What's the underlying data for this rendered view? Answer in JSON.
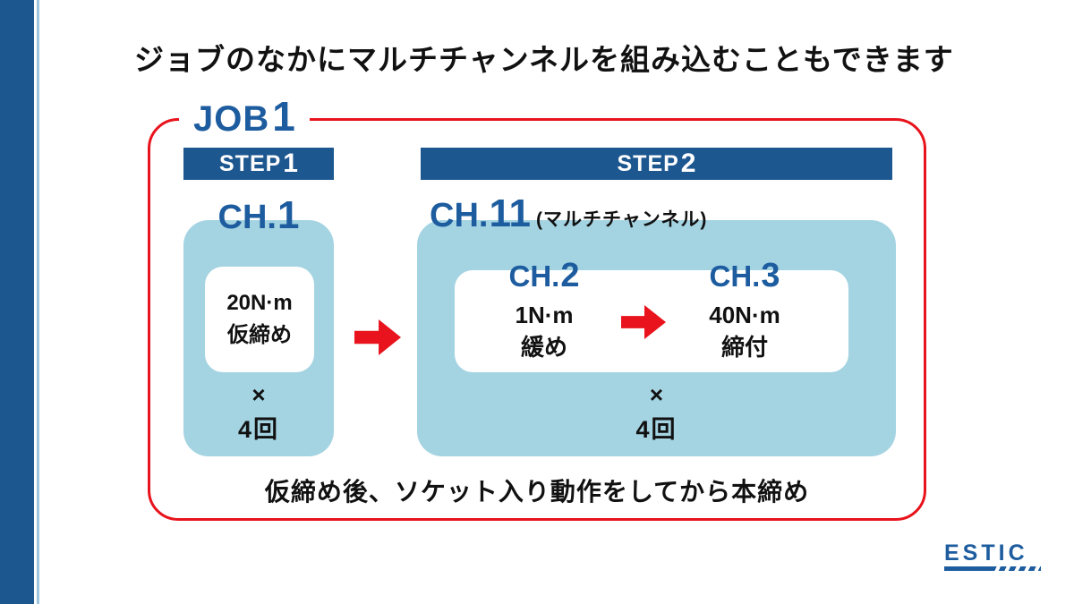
{
  "colors": {
    "navy": "#1d578f",
    "labelblue": "#1d5c9f",
    "lightblue": "#a4d3e2",
    "red": "#e8131c",
    "ink": "#111111"
  },
  "title": "ジョブのなかにマルチチャンネルを組み込むこともできます",
  "job": {
    "prefix": "JOB",
    "num": "1"
  },
  "step1": {
    "prefix": "STEP",
    "num": "1"
  },
  "step2": {
    "prefix": "STEP",
    "num": "2"
  },
  "ch1": {
    "prefix": "CH.",
    "num": "1",
    "torque": "20N·m",
    "action": "仮締め",
    "multiply": "×",
    "count": "4回"
  },
  "ch11": {
    "prefix": "CH.",
    "num": "11",
    "note": "(マルチチャンネル)",
    "multiply": "×",
    "count": "4回"
  },
  "ch2": {
    "prefix": "CH.",
    "num": "2",
    "torque": "1N·m",
    "action": "緩め"
  },
  "ch3": {
    "prefix": "CH.",
    "num": "3",
    "torque": "40N·m",
    "action": "締付"
  },
  "footnote": "仮締め後、ソケット入り動作をしてから本締め",
  "logo": {
    "text": "ESTIC"
  }
}
